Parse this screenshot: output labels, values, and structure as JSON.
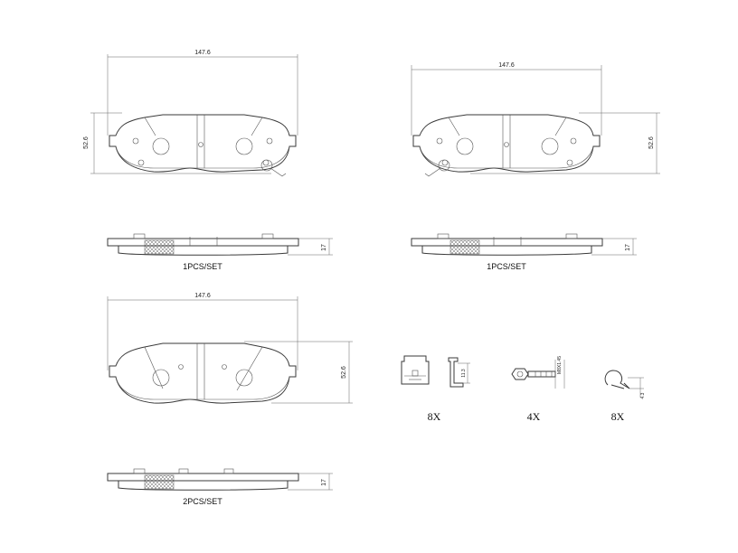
{
  "top_left": {
    "width_label": "147.6",
    "height_label": "52.6",
    "thickness_label": "17",
    "set_label": "1PCS/SET"
  },
  "top_right": {
    "width_label": "147.6",
    "height_label": "52.6",
    "thickness_label": "17",
    "set_label": "1PCS/SET"
  },
  "bottom_left": {
    "width_label": "147.6",
    "height_label": "52.6",
    "thickness_label": "17",
    "set_label": "2PCS/SET"
  },
  "accessories": {
    "clip_qty": "8X",
    "clip_dim": "11.3",
    "bolt_qty": "4X",
    "bolt_dim": "M8X1.45",
    "spring_qty": "8X",
    "spring_dim": "4.3"
  }
}
